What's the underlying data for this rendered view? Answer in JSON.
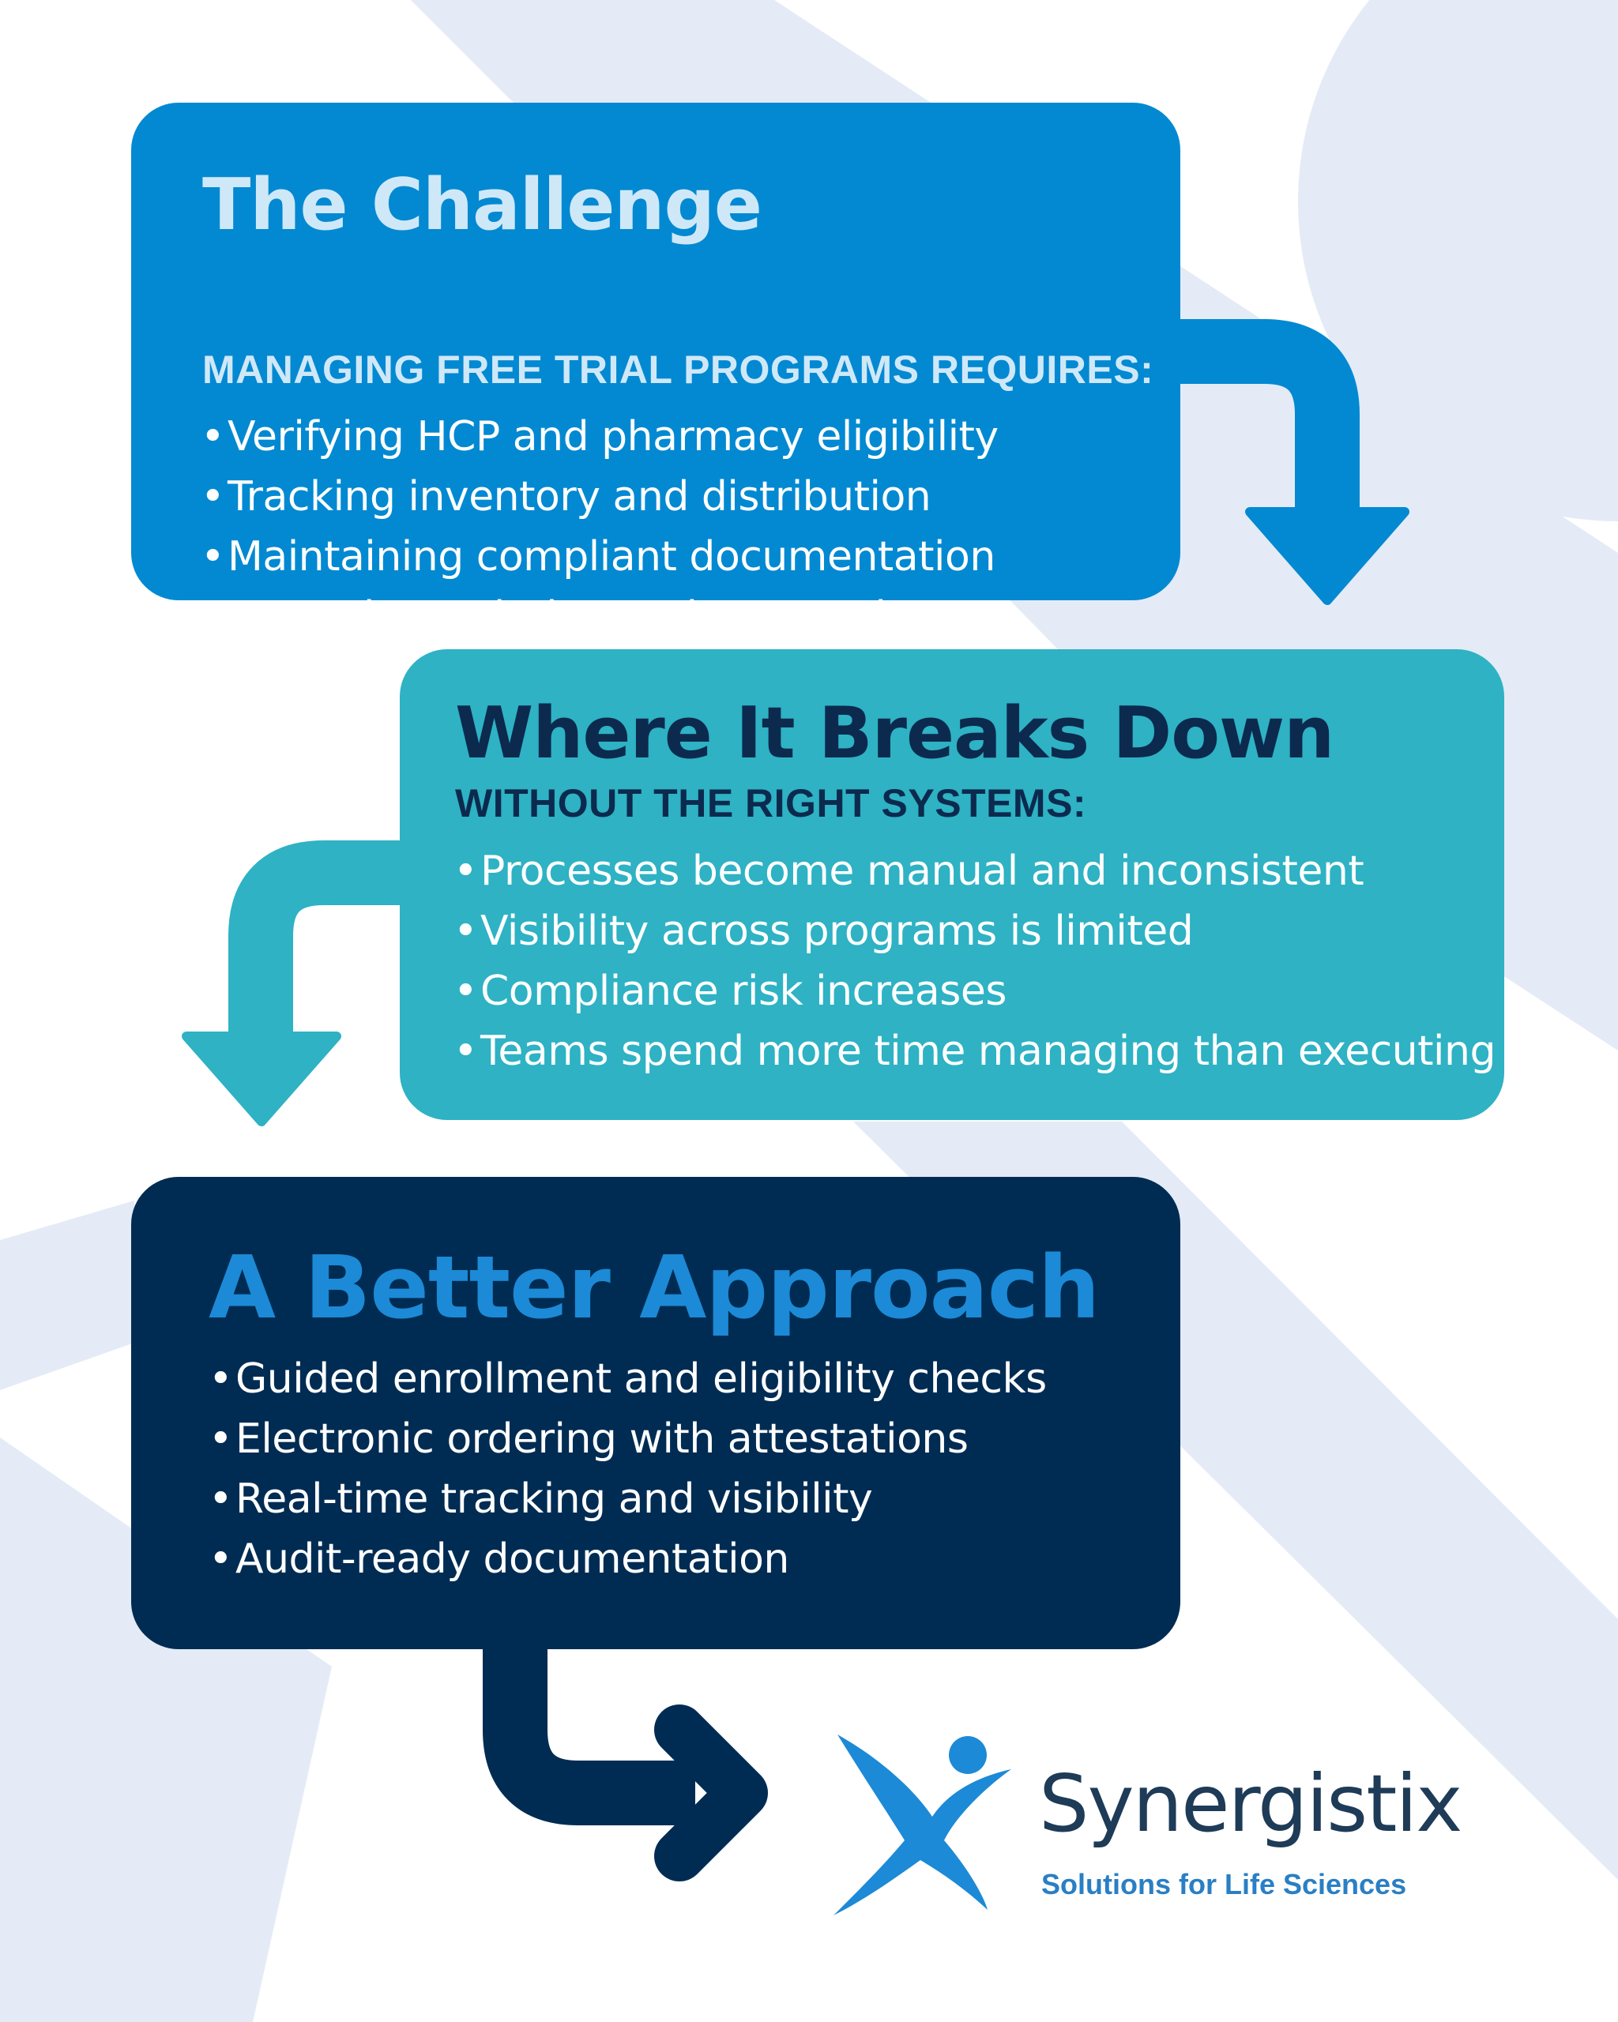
{
  "challenge": {
    "title": "The Challenge",
    "subtitle": "MANAGING FREE TRIAL PROGRAMS REQUIRES:",
    "items": [
      "Verifying HCP and pharmacy eligibility",
      "Tracking inventory and distribution",
      "Maintaining compliant documentation",
      "Managing ordering and approvals"
    ]
  },
  "breakdown": {
    "title": "Where It Breaks Down",
    "subtitle": "WITHOUT THE RIGHT SYSTEMS:",
    "items": [
      "Processes become manual and inconsistent",
      "Visibility across programs is limited",
      "Compliance risk increases",
      "Teams spend more time managing than executing"
    ]
  },
  "better": {
    "title": "A Better Approach",
    "items": [
      "Guided enrollment and eligibility checks",
      "Electronic ordering with attestations",
      "Real-time tracking and visibility",
      "Audit-ready documentation"
    ]
  },
  "brand": {
    "name": "Synergistix",
    "tagline": "Solutions for Life Sciences"
  },
  "bullet_char": "•",
  "colors": {
    "challenge_bg": "#0389d2",
    "breakdown_bg": "#2eb2c4",
    "better_bg": "#002c53",
    "background_shapes": "#e4ebf6",
    "brand_text": "#1e3b57",
    "brand_accent": "#2a7fc4"
  }
}
